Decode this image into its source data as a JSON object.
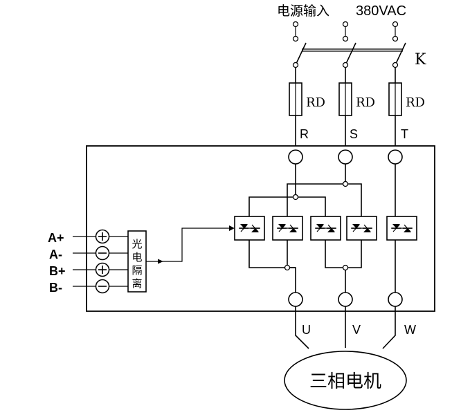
{
  "title": {
    "power_input": "电源输入",
    "voltage": "380VAC"
  },
  "switch_label": "K",
  "fuse_label": "RD",
  "inputs": [
    "R",
    "S",
    "T"
  ],
  "outputs": [
    "U",
    "V",
    "W"
  ],
  "control_terminals": [
    "A+",
    "A-",
    "B+",
    "B-"
  ],
  "isolator_chars": [
    "光",
    "电",
    "隔",
    "离"
  ],
  "motor_label": "三相电机"
}
